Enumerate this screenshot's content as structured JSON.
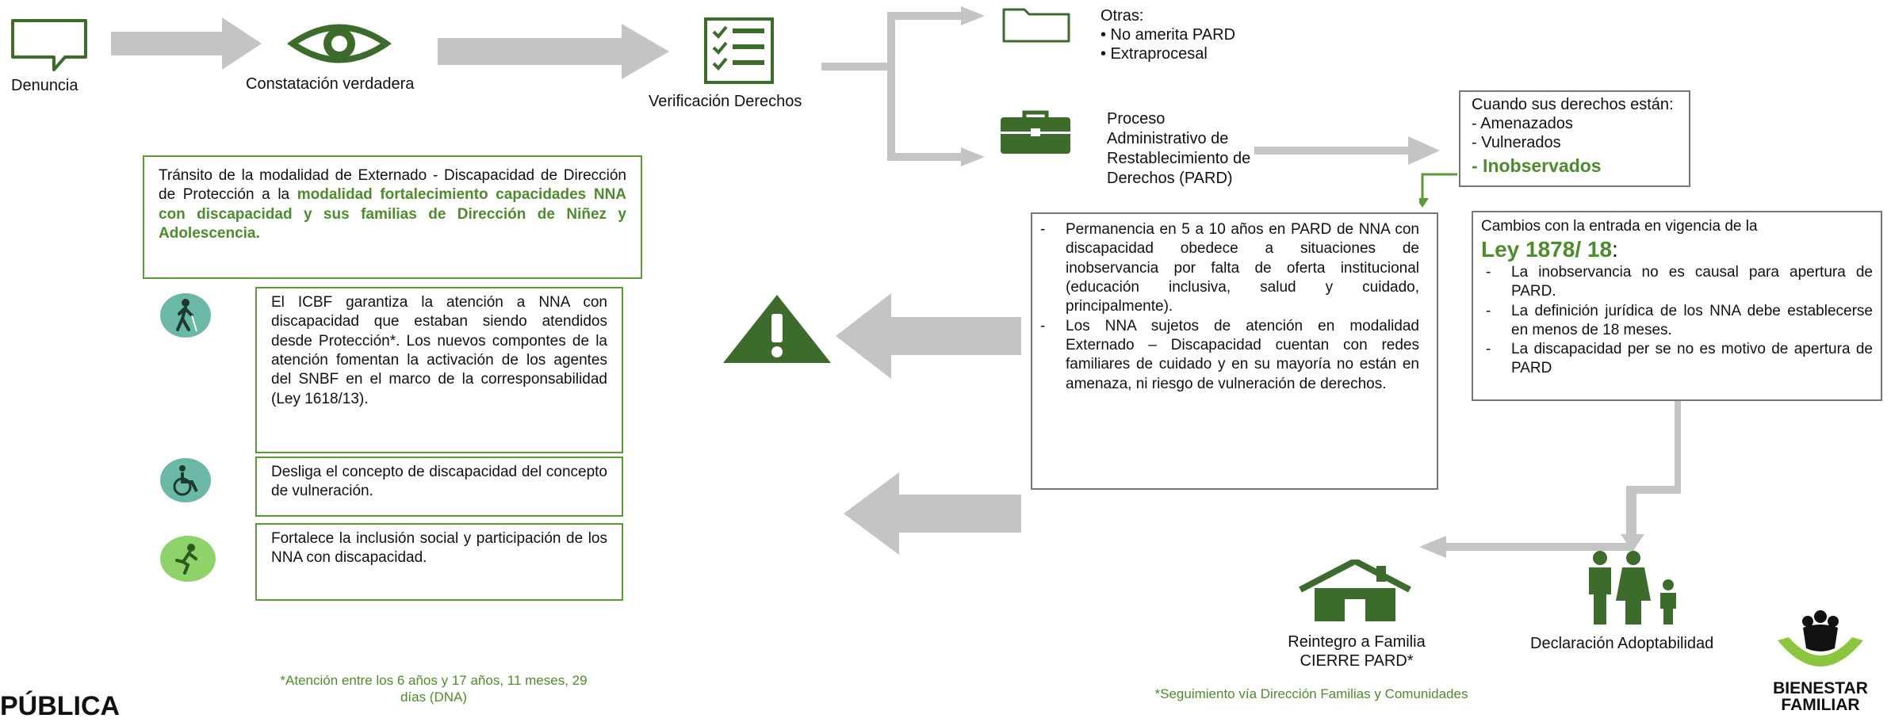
{
  "steps": {
    "denuncia": "Denuncia",
    "constatacion": "Constatación verdadera",
    "verificacion": "Verificación Derechos"
  },
  "otras": {
    "title": "Otras:",
    "items": [
      "• No amerita PARD",
      "• Extraprocesal"
    ]
  },
  "pard": {
    "lines": [
      "Proceso",
      "Administrativo de",
      "Restablecimiento de",
      "Derechos (PARD)"
    ]
  },
  "derechos_box": {
    "title": "Cuando sus derechos están:",
    "items": [
      "- Amenazados",
      "- Vulnerados"
    ],
    "highlight": "- Inobservados"
  },
  "transito_box": {
    "text_plain": "Tránsito de la modalidad de Externado - Discapacidad de Dirección de Protección a la ",
    "text_green": "modalidad fortalecimiento capacidades NNA con discapacidad y sus familias de Dirección de Niñez y Adolescencia."
  },
  "benefits": [
    {
      "icon": "walking-person-icon",
      "text": "El ICBF garantiza la atención a NNA con discapacidad que estaban siendo atendidos desde Protección*. Los nuevos compontes de la atención fomentan la activación de los agentes del SNBF en el marco de la corresponsabilidad (Ley 1618/13)."
    },
    {
      "icon": "wheelchair-icon",
      "text": "Desliga el concepto de discapacidad del concepto de vulneración."
    },
    {
      "icon": "inclusion-icon",
      "text": "Fortalece la inclusión social y participación de los NNA con discapacidad."
    }
  ],
  "permanencia_box": {
    "items": [
      "Permanencia en 5 a 10 años en PARD de NNA con discapacidad obedece a situaciones de inobservancia por falta de oferta institucional (educación inclusiva, salud y cuidado, principalmente).",
      "Los NNA sujetos de atención en modalidad Externado – Discapacidad cuentan con redes familiares de cuidado y en su mayoría no están en amenaza, ni riesgo de vulneración de derechos."
    ]
  },
  "cambios_box": {
    "intro": "Cambios con la entrada en vigencia de la",
    "ley": "Ley 1878/ 18",
    "ley_suffix": ":",
    "items": [
      "La inobservancia no es causal para apertura de PARD.",
      "La definición jurídica de los NNA debe establecerse en menos de 18 meses.",
      "La discapacidad per se no es motivo de apertura de PARD"
    ]
  },
  "reintegro": {
    "line1": "Reintegro a Familia",
    "line2": "CIERRE PARD*"
  },
  "adoptabilidad": "Declaración Adoptabilidad",
  "footnote_left": "*Atención entre los 6 años y 17 años, 11 meses, 29 días (DNA)",
  "footnote_right": "*Seguimiento vía Dirección Familias y Comunidades",
  "publica": "PÚBLICA",
  "logo": {
    "line1": "BIENESTAR",
    "line2": "FAMILIAR"
  },
  "colors": {
    "green": "#4e8b2c",
    "dark_green": "#3d6b2c",
    "arrow_gray": "#c4c4c4",
    "box_border": "#5a9a3a"
  }
}
